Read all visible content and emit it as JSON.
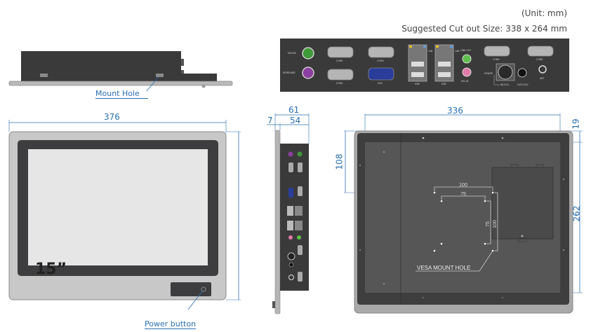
{
  "header": {
    "unit": "(Unit: mm)",
    "cutout": "Suggested Cut out Size: 338 x 264 mm"
  },
  "top_view": {
    "callout": "Mount Hole"
  },
  "front_view": {
    "size_label": "15”",
    "width_dim": "376",
    "callout": "Power button"
  },
  "side_view": {
    "depth_total": "61",
    "bezel_dim": "7",
    "body_dim": "54"
  },
  "rear_view": {
    "width_dim": "336",
    "top_offset_dim": "19",
    "vesa_offset_dim": "108",
    "height_dim": "262",
    "vesa_outer_h": "100",
    "vesa_inner_h": "75",
    "vesa_inner_v": "75",
    "vesa_outer_v": "100",
    "callout": "VESA MOUNT HOLE"
  },
  "io_panel": {
    "ports": {
      "mouse": "MOUSE",
      "keyboard": "KEYBOARD",
      "com2": "COM2",
      "com3": "COM3",
      "com1": "COM1",
      "vga": "VGA",
      "lan1": "LAN",
      "usb1": "USB",
      "lan2": "LAN",
      "usb2": "USB",
      "line_out": "LINE-OUT",
      "mic_in": "MIC-IN",
      "com4": "COM4",
      "com5": "COM5",
      "power": "POWER",
      "power_in": "IN(12V)",
      "power_out": "OUT(12V)",
      "ant": "ANT"
    },
    "colors": {
      "panel": "#3a3a3a",
      "mouse": "#3f9a3a",
      "keyboard": "#8b3fa0",
      "vga": "#2a3d9a",
      "line_out": "#5fbf4a",
      "mic_in": "#e07aa8",
      "led_yellow": "#e8c020",
      "led_blue": "#5aa0e0"
    }
  }
}
